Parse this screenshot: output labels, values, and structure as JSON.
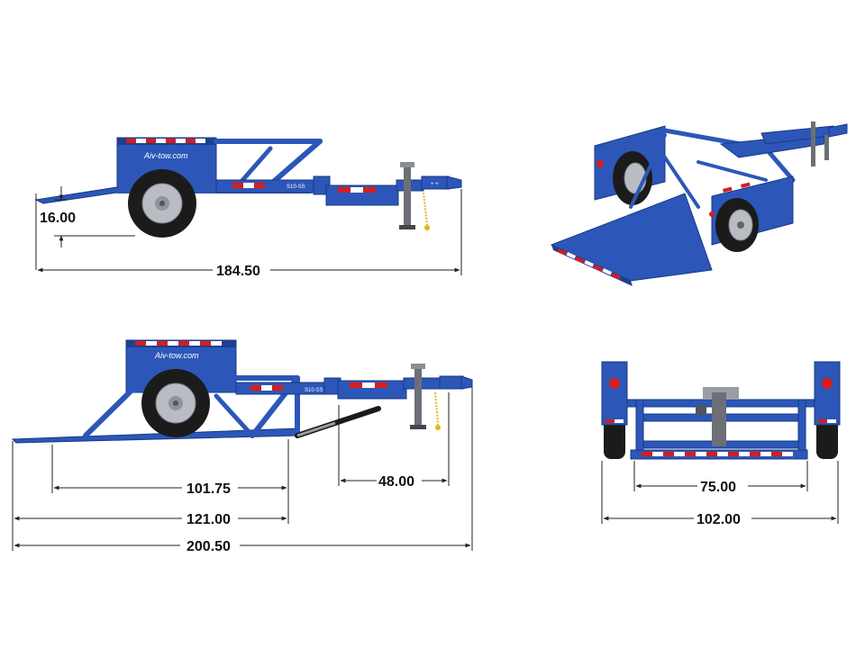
{
  "colors": {
    "frame": "#2c57b8",
    "frame_dark": "#173a86",
    "reflector_red": "#d51d1d",
    "reflector_white": "#ffffff",
    "tire": "#1b1b1b",
    "chain": "#e2b51d",
    "dimension_line": "#222222"
  },
  "views": {
    "side_raised": {
      "decal": "Aiv-tow.com",
      "model_tag": "S10-SS",
      "dims": {
        "ramp_height": "16.00",
        "overall_length": "184.50"
      }
    },
    "isometric": {},
    "side_lowered": {
      "decal": "Aiv-tow.com",
      "model_tag": "S10-SS",
      "dims": {
        "deck_length": "101.75",
        "bed_length": "121.00",
        "overall_length": "200.50",
        "tongue_length": "48.00"
      }
    },
    "rear": {
      "dims": {
        "inner_width": "75.00",
        "overall_width": "102.00"
      }
    }
  }
}
